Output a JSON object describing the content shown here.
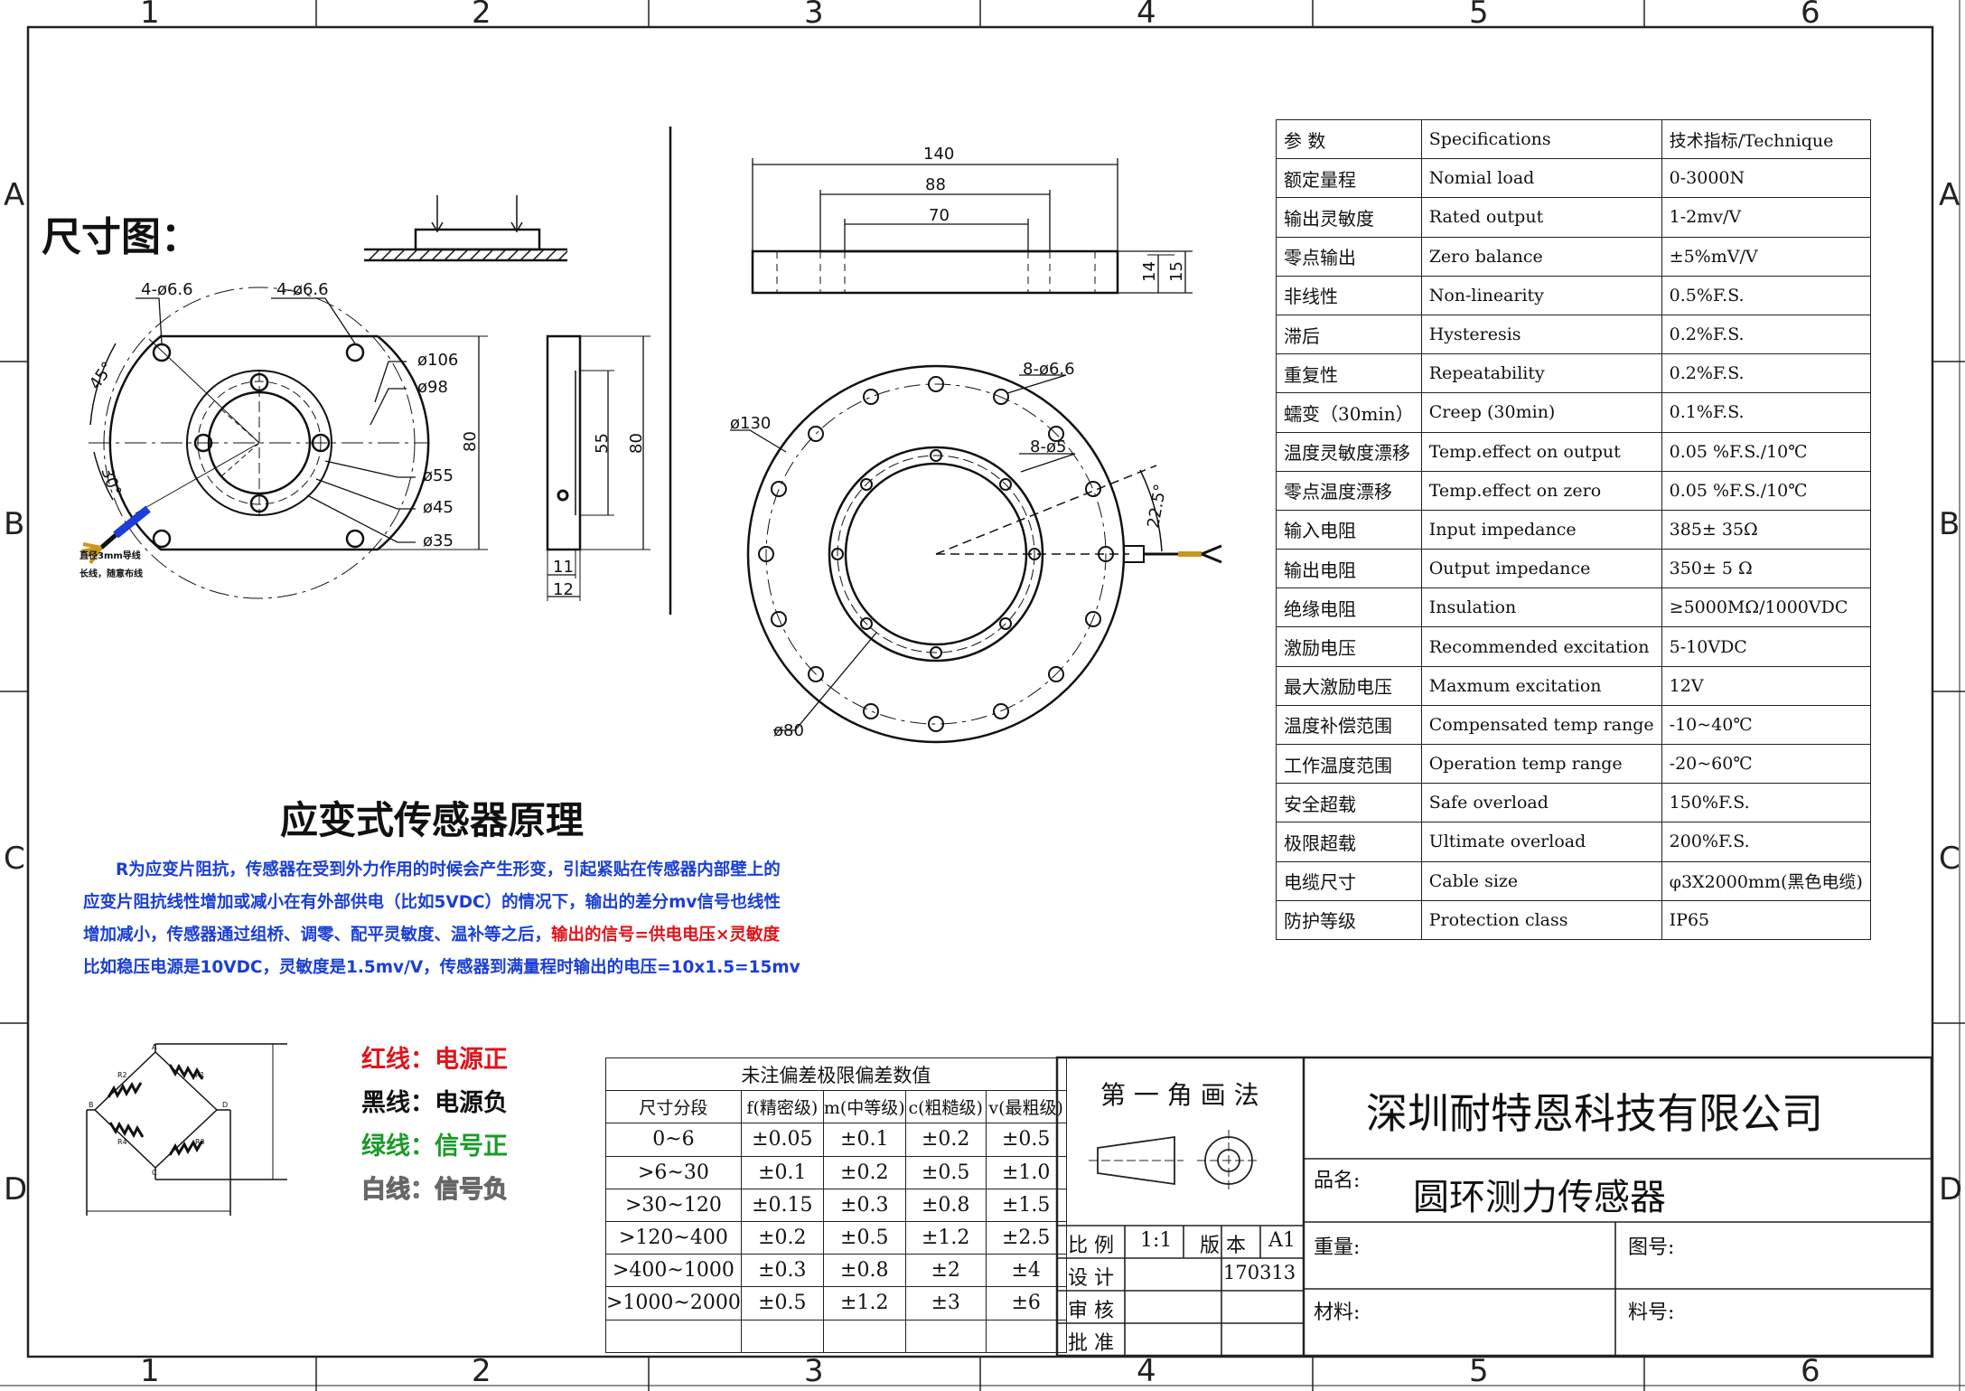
{
  "frame": {
    "col_numbers": [
      "1",
      "2",
      "3",
      "4",
      "5",
      "6"
    ],
    "row_letters": [
      "A",
      "B",
      "C",
      "D"
    ]
  },
  "dimension_title": "尺寸图：",
  "left_view": {
    "labels": [
      "4-ø6.6",
      "4-ø6.6",
      "45°",
      "30°",
      "ø106",
      "ø98",
      "ø55",
      "ø45",
      "ø35",
      "80"
    ],
    "cable_note_1": "直径3mm导线",
    "cable_note_2": "长线，随意布线"
  },
  "side_view": {
    "labels": [
      "55",
      "80",
      "11",
      "12"
    ]
  },
  "top_view": {
    "labels": [
      "140",
      "88",
      "70",
      "14",
      "15"
    ]
  },
  "plan_view": {
    "labels": [
      "8-ø6.6",
      "8-ø5",
      "ø130",
      "22.5°",
      "ø80"
    ]
  },
  "principle": {
    "title": "应变式传感器原理",
    "line1": "R为应变片阻抗，传感器在受到外力作用的时候会产生形变，引起紧贴在传感器内部壁上的",
    "line2": "应变片阻抗线性增加或减小在有外部供电（比如5VDC）的情况下，输出的差分mv信号也线性",
    "line3_blue": "增加减小，传感器通过组桥、调零、配平灵敏度、温补等之后，",
    "line3_red": "输出的信号=供电电压×灵敏度",
    "line4": "比如稳压电源是10VDC，灵敏度是1.5mv/V，传感器到满量程时输出的电压=10x1.5=15mv"
  },
  "bridge": {
    "nodes": [
      "A",
      "B",
      "C",
      "D"
    ],
    "resistors": [
      "R1",
      "R2",
      "R3",
      "R4"
    ]
  },
  "wires": [
    {
      "text": "红线：电源正",
      "color": "#e0141b"
    },
    {
      "text": "黑线：电源负",
      "color": "#111111"
    },
    {
      "text": "绿线：信号正",
      "color": "#1a9a2a"
    },
    {
      "text": "白线：信号负",
      "color": "#9a9a9a"
    }
  ],
  "specs": {
    "header": [
      "参 数",
      "Specifications",
      "技术指标/Technique"
    ],
    "rows": [
      [
        "额定量程",
        "Nomial load",
        "0-3000N"
      ],
      [
        "输出灵敏度",
        "Rated output",
        "1-2mv/V"
      ],
      [
        "零点输出",
        "Zero balance",
        "±5%mV/V"
      ],
      [
        "非线性",
        "Non-linearity",
        "0.5%F.S."
      ],
      [
        "滞后",
        "Hysteresis",
        "0.2%F.S."
      ],
      [
        "重复性",
        "Repeatability",
        "0.2%F.S."
      ],
      [
        "蠕变（30min）",
        "Creep (30min)",
        "0.1%F.S."
      ],
      [
        "温度灵敏度漂移",
        "Temp.effect on output",
        "0.05 %F.S./10℃"
      ],
      [
        "零点温度漂移",
        "Temp.effect on zero",
        "0.05 %F.S./10℃"
      ],
      [
        "输入电阻",
        "Input impedance",
        "385± 35Ω"
      ],
      [
        "输出电阻",
        "Output impedance",
        "350± 5  Ω"
      ],
      [
        "绝缘电阻",
        "Insulation",
        "≥5000MΩ/1000VDC"
      ],
      [
        "激励电压",
        "Recommended excitation",
        "5-10VDC"
      ],
      [
        "最大激励电压",
        "Maxmum excitation",
        "12V"
      ],
      [
        "温度补偿范围",
        "Compensated temp range",
        "-10~40℃"
      ],
      [
        "工作温度范围",
        "Operation temp range",
        "-20~60℃"
      ],
      [
        "安全超载",
        "Safe overload",
        "150%F.S."
      ],
      [
        "极限超载",
        "Ultimate overload",
        "200%F.S."
      ],
      [
        "电缆尺寸",
        "Cable size",
        "φ3X2000mm(黑色电缆)"
      ],
      [
        "防护等级",
        "Protection class",
        "IP65"
      ]
    ]
  },
  "tolerance": {
    "title": "未注偏差极限偏差数值",
    "header": [
      "尺寸分段",
      "f(精密级)",
      "m(中等级)",
      "c(粗糙级)",
      "v(最粗级)"
    ],
    "rows": [
      [
        "0~6",
        "±0.05",
        "±0.1",
        "±0.2",
        "±0.5"
      ],
      [
        ">6~30",
        "±0.1",
        "±0.2",
        "±0.5",
        "±1.0"
      ],
      [
        ">30~120",
        "±0.15",
        "±0.3",
        "±0.8",
        "±1.5"
      ],
      [
        ">120~400",
        "±0.2",
        "±0.5",
        "±1.2",
        "±2.5"
      ],
      [
        ">400~1000",
        "±0.3",
        "±0.8",
        "±2",
        "±4"
      ],
      [
        ">1000~2000",
        "±0.5",
        "±1.2",
        "±3",
        "±6"
      ]
    ]
  },
  "title_block": {
    "projection": "第 一 角 画 法",
    "scale_label": "比 例",
    "scale_value": "1:1",
    "version_label": "版 本",
    "version_value": "A1",
    "design_label": "设 计",
    "date_value": "170313",
    "review_label": "审 核",
    "approve_label": "批 准",
    "company": "深圳耐特恩科技有限公司",
    "product_label": "品名:",
    "product_name": "圆环测力传感器",
    "weight_label": "重量:",
    "drawing_no_label": "图号:",
    "material_label": "材料:",
    "part_no_label": "料号:"
  }
}
